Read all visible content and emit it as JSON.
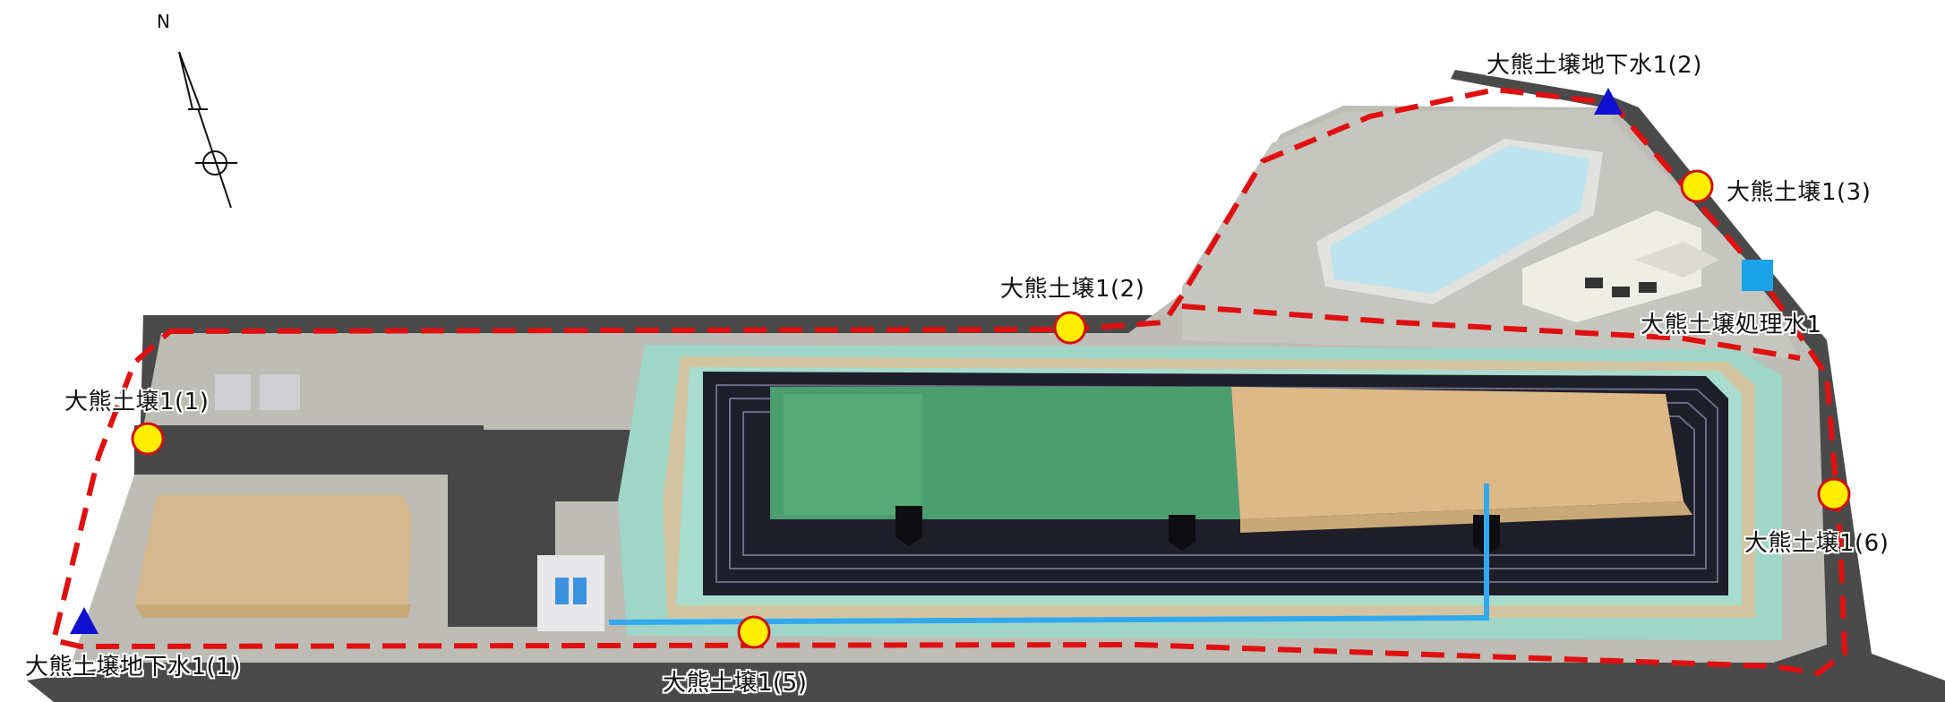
{
  "compass": {
    "north_label": "N"
  },
  "points": {
    "soil_1_1": {
      "label": "大熊土壌1(1)"
    },
    "soil_1_2": {
      "label": "大熊土壌1(2)"
    },
    "soil_1_3": {
      "label": "大熊土壌1(3)"
    },
    "soil_1_5": {
      "label": "大熊土壌1(5)"
    },
    "soil_1_6": {
      "label": "大熊土壌1(6)"
    },
    "groundwater_1_1": {
      "label": "大熊土壌地下水1(1)"
    },
    "groundwater_1_2": {
      "label": "大熊土壌地下水1(2)"
    },
    "treated_water_1": {
      "label": "大熊土壌処理水1"
    }
  },
  "colors": {
    "soil_marker": "#ffee00",
    "groundwater_marker": "#1010d0",
    "treated_water_marker": "#1aa3e8",
    "boundary": "#e01010"
  }
}
